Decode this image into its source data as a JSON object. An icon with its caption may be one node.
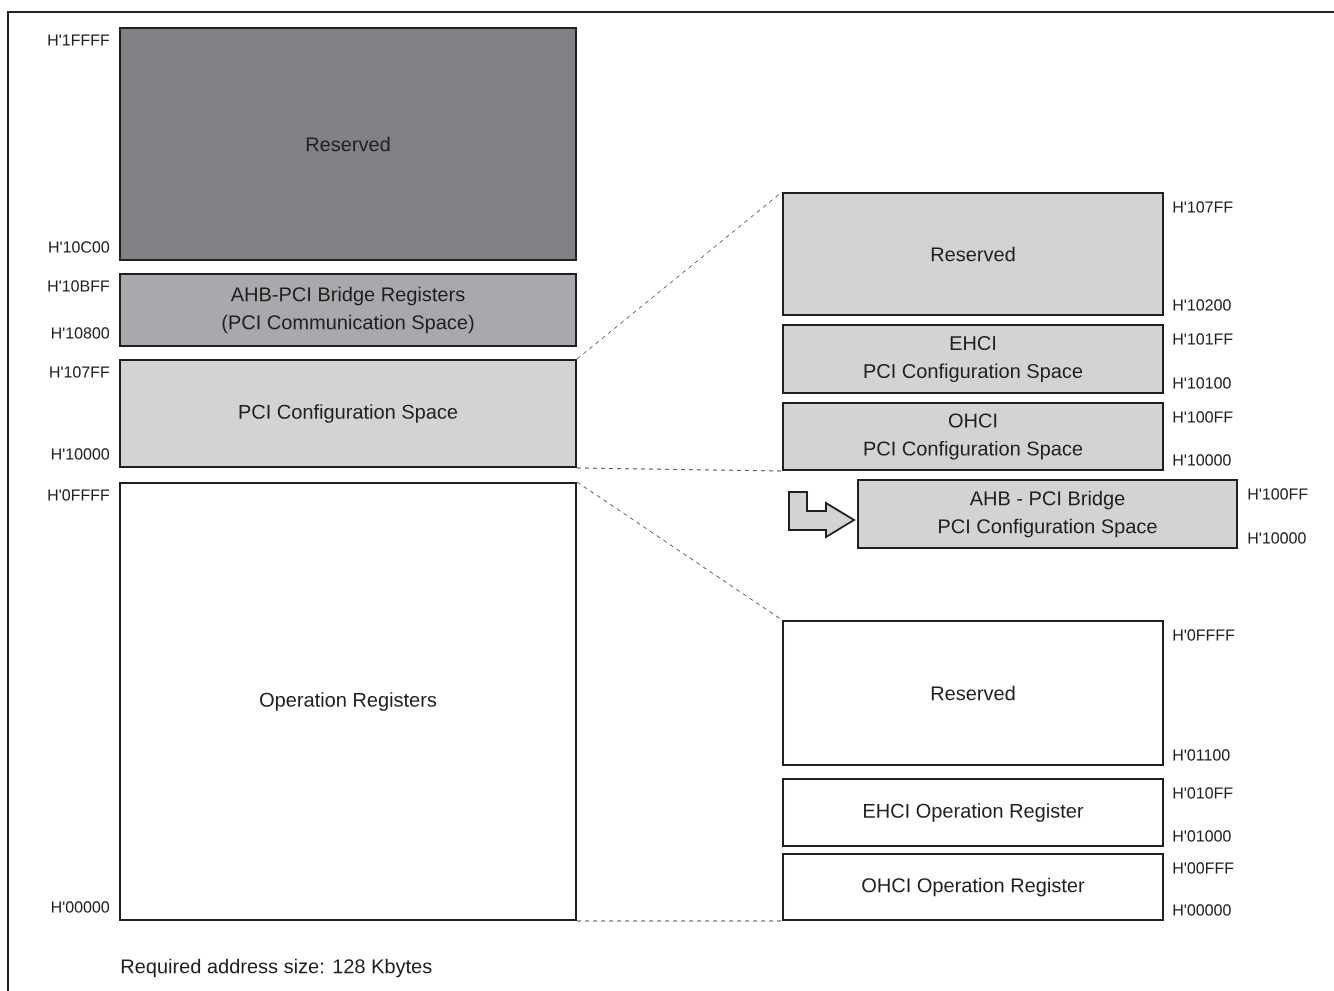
{
  "diagram": {
    "nodes": [
      {
        "text": [
          "Reserved"
        ],
        "beside": [
          "H'1FFFF",
          "H'10C00"
        ]
      },
      {
        "text": [
          "AHB-PCI Bridge Registers",
          "(PCI Communication Space)"
        ],
        "beside": [
          "H'10BFF",
          "H'10800"
        ]
      },
      {
        "text": [
          "PCI Configuration Space"
        ],
        "beside": [
          "H'107FF",
          "H'10000"
        ]
      },
      {
        "text": [
          "Operation Registers"
        ],
        "beside": [
          "H'0FFFF",
          "H'00000"
        ]
      },
      {
        "text": [
          "Reserved"
        ],
        "beside": [
          "H'107FF",
          "H'10200"
        ]
      },
      {
        "text": [
          "EHCI",
          "PCI Configuration Space"
        ],
        "beside": [
          "H'101FF",
          "H'10100"
        ]
      },
      {
        "text": [
          "OHCI",
          "PCI Configuration Space"
        ],
        "beside": [
          "H'100FF",
          "H'10000"
        ]
      },
      {
        "text": [
          "AHB - PCI Bridge",
          "PCI Configuration Space"
        ],
        "beside": [
          "H'100FF",
          "H'10000"
        ]
      },
      {
        "text": [
          "Reserved"
        ],
        "beside": [
          "H'0FFFF",
          "H'01100"
        ]
      },
      {
        "text": [
          "EHCI Operation Register"
        ],
        "beside": [
          "H'010FF",
          "H'01000"
        ]
      },
      {
        "text": [
          "OHCI Operation Register"
        ],
        "beside": [
          "H'00FFF",
          "H'00000"
        ]
      }
    ],
    "edges": [
      {
        "from": 2,
        "to": 4,
        "arrow": "none",
        "style": "dashed"
      },
      {
        "from": 2,
        "to": 6,
        "arrow": "none",
        "style": "dashed"
      },
      {
        "from": 3,
        "to": 8,
        "arrow": "none",
        "style": "dashed"
      },
      {
        "from": 3,
        "to": 10,
        "arrow": "none",
        "style": "dashed"
      },
      {
        "from": null,
        "to": 7,
        "arrow": "to"
      }
    ],
    "labels": [
      "Required address size: 128 Kbytes"
    ]
  }
}
